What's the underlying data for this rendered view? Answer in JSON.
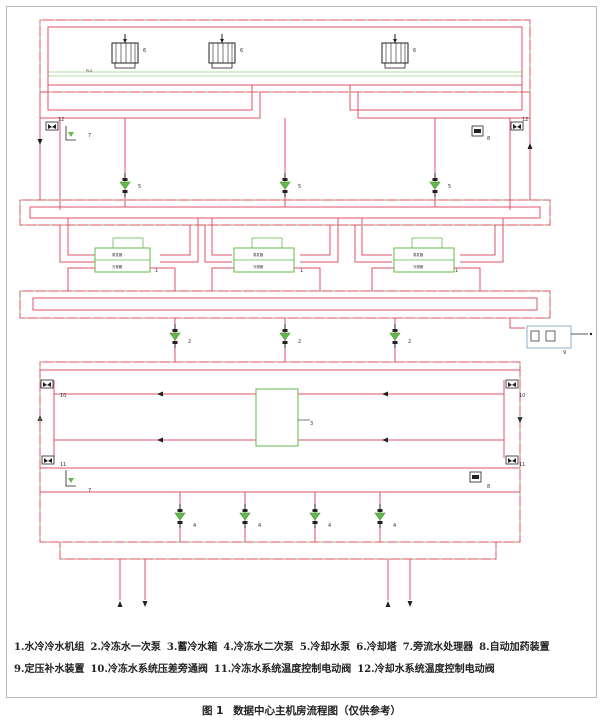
{
  "legend": {
    "row1": [
      "1.水冷冷水机组",
      "2.冷冻水一次泵",
      "3.蓄冷水箱",
      "4.冷冻水二次泵",
      "5.冷却水泵",
      "6.冷却塔",
      "7.旁流水处理器",
      "8.自动加药装置"
    ],
    "row2": [
      "9.定压补水装置",
      "10.冷冻水系统压差旁通阀",
      "11.冷冻水系统温度控制电动阀",
      "12.冷却水系统温度控制电动阀"
    ]
  },
  "caption": {
    "figure": "图 1",
    "title": "数据中心主机房流程图（仅供参考）"
  },
  "tags": {
    "chiller": "1",
    "primary_pump": "2",
    "storage_tank": "3",
    "secondary_pump": "4",
    "cooling_pump": "5",
    "cooling_tower": "6",
    "side_stream": "7",
    "dosing": "8",
    "pressurization": "9",
    "bypass_valve": "10",
    "temp_valve_chw": "11",
    "temp_valve_cw": "12"
  },
  "equipment_text": {
    "evaporator": "蒸发器",
    "condenser": "冷凝器",
    "tower_left_tag": "PLG"
  },
  "colors": {
    "pipe": "#e0506a",
    "dash": "#9cc86a",
    "equipment": "#66b84e",
    "black": "#222222"
  }
}
